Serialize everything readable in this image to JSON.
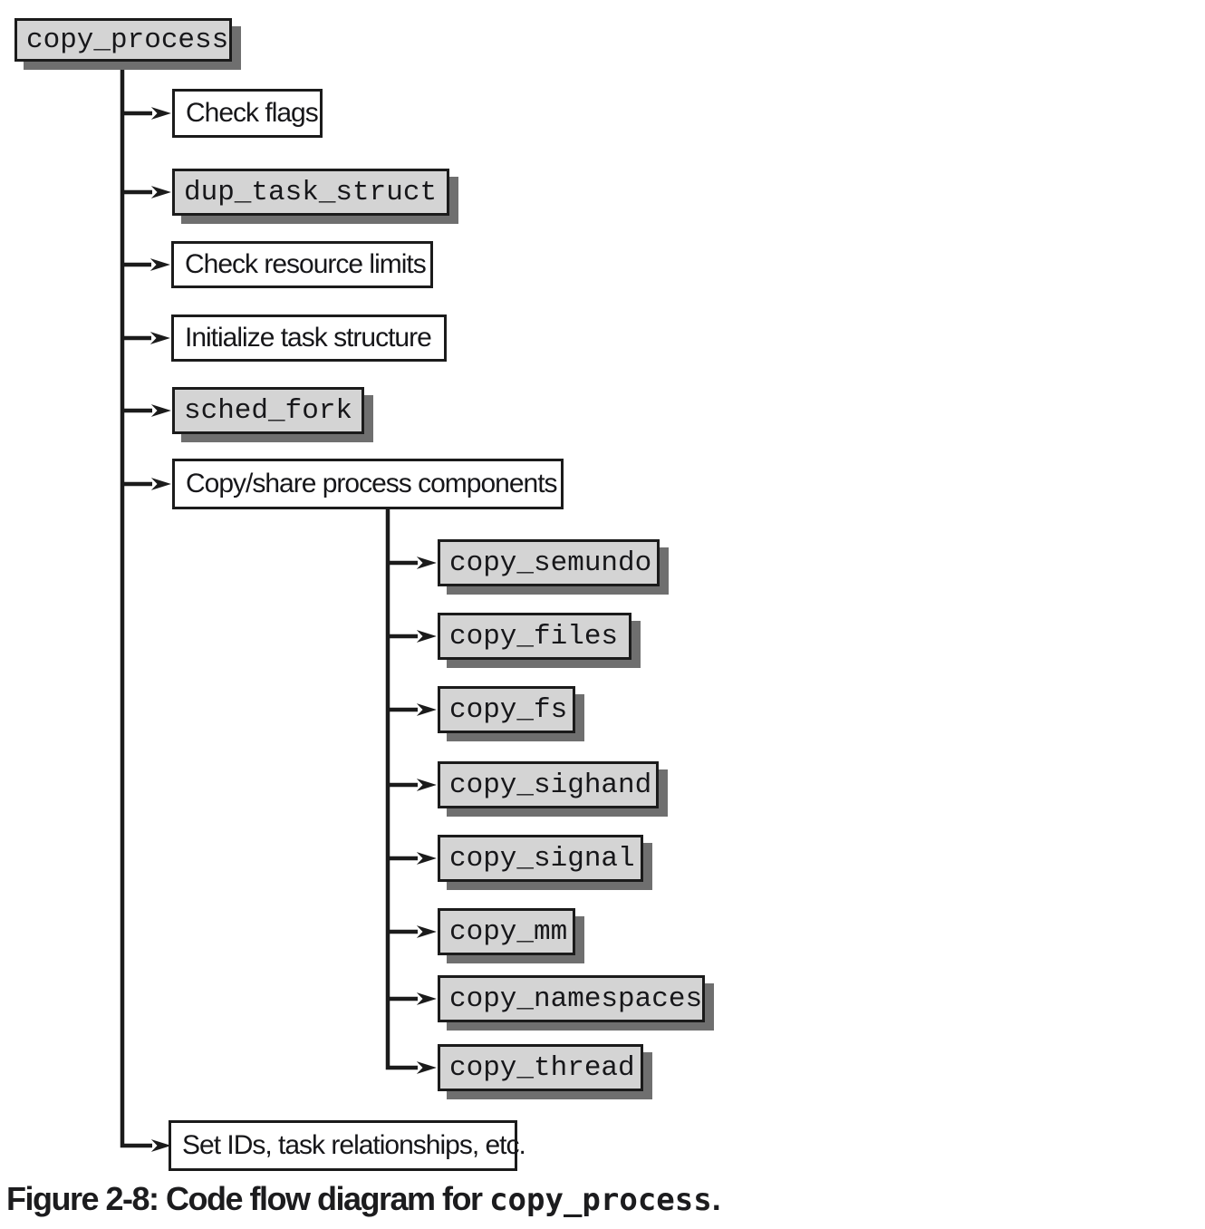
{
  "diagram": {
    "root": {
      "label": "copy_process"
    },
    "steps": [
      {
        "label": "Check flags"
      },
      {
        "label": "dup_task_struct"
      },
      {
        "label": "Check resource limits"
      },
      {
        "label": "Initialize task structure"
      },
      {
        "label": "sched_fork"
      },
      {
        "label": "Copy/share process components"
      },
      {
        "label": "Set IDs, task relationships, etc."
      }
    ],
    "components": [
      {
        "label": "copy_semundo"
      },
      {
        "label": "copy_files"
      },
      {
        "label": "copy_fs"
      },
      {
        "label": "copy_sighand"
      },
      {
        "label": "copy_signal"
      },
      {
        "label": "copy_mm"
      },
      {
        "label": "copy_namespaces"
      },
      {
        "label": "copy_thread"
      }
    ],
    "caption": {
      "prefix": "Figure 2-8: Code flow diagram for ",
      "code": "copy_process",
      "suffix": "."
    },
    "colors": {
      "box_fill": "#d4d4d4",
      "box_shadow": "#6f6f6f",
      "line": "#1b1b1b",
      "white_fill": "#ffffff",
      "text": "#17171a"
    }
  }
}
